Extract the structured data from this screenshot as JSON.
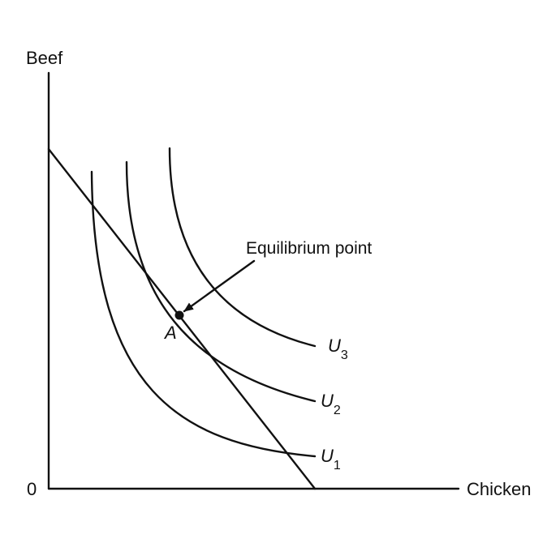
{
  "axes": {
    "y_label": "Beef",
    "x_label": "Chicken",
    "origin_label": "0"
  },
  "curves": [
    {
      "name": "U",
      "sub": "1"
    },
    {
      "name": "U",
      "sub": "2"
    },
    {
      "name": "U",
      "sub": "3"
    }
  ],
  "point": {
    "label": "A"
  },
  "annotation": {
    "text": "Equilibrium point"
  }
}
